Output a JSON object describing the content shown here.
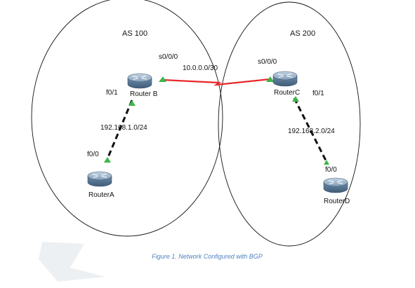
{
  "diagram": {
    "as_left": "AS 100",
    "as_right": "AS 200",
    "routers": {
      "router_a": "RouterA",
      "router_b": "Router B",
      "router_c": "RouterC",
      "router_d": "RouterD"
    },
    "interfaces": {
      "b_serial": "s0/0/0",
      "c_serial": "s0/0/0",
      "b_fast": "f0/1",
      "c_fast": "f0/1",
      "a_fast": "f0/0",
      "d_fast": "f0/0"
    },
    "networks": {
      "wan": "10.0.0.0/30",
      "lan_left": "192.168.1.0/24",
      "lan_right": "192.168.2.0/24"
    },
    "caption": "Figure 1. Network Configured with BGP"
  },
  "colors": {
    "serial_link": "#e8262a",
    "ethernet_link": "#111111",
    "port_up": "#3cb54a",
    "caption": "#4f81bd",
    "router_body": "#5b7b9a"
  }
}
